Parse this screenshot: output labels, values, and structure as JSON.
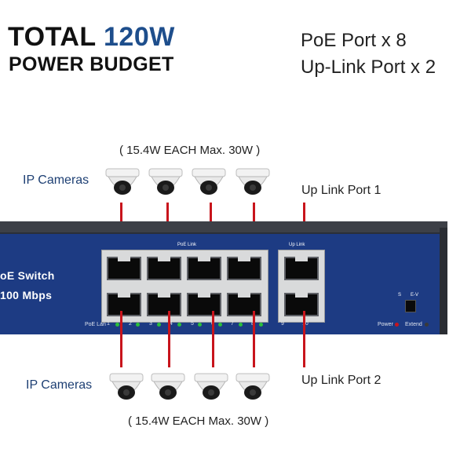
{
  "header": {
    "title_total": "TOTAL",
    "title_watts": "120W",
    "title_line2": "POWER BUDGET",
    "spec_poe": "PoE Port x 8",
    "spec_uplink": "Up-Link Port x 2"
  },
  "notes": {
    "top": "( 15.4W EACH Max. 30W )",
    "bottom": "( 15.4W EACH Max. 30W )"
  },
  "labels": {
    "ip_cameras_top": "IP Cameras",
    "ip_cameras_bottom": "IP Cameras",
    "uplink_1": "Up Link Port 1",
    "uplink_2": "Up Link Port 2"
  },
  "switch": {
    "brand_line1": "oE Switch",
    "brand_line2": "100 Mbps",
    "poe_link_label": "PoE Link",
    "uplink_label": "Up Link",
    "poe_lan_label": "PoE Lan",
    "port_numbers": [
      "1",
      "2",
      "3",
      "4",
      "5",
      "6",
      "7",
      "8"
    ],
    "uplink_numbers": [
      "9",
      "10"
    ],
    "power_label": "Power",
    "extend_label": "Extend",
    "dip_label_s": "S",
    "dip_label_ev": "E-V"
  },
  "colors": {
    "accent_blue": "#1e4e8c",
    "switch_blue": "#1d3b83",
    "cable_red": "#c8141c"
  }
}
